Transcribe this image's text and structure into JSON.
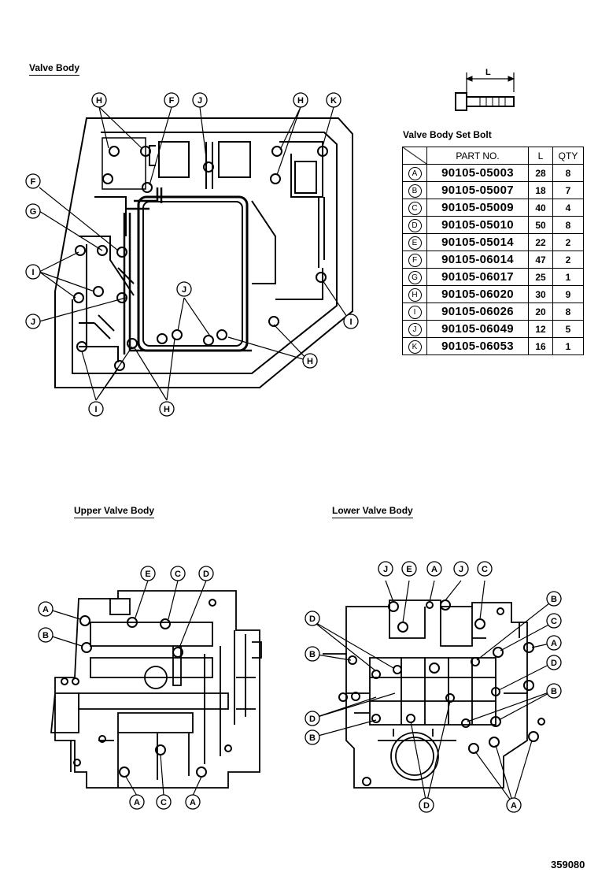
{
  "titles": {
    "main": "Valve Body",
    "upper": "Upper Valve Body",
    "lower": "Lower Valve Body",
    "table": "Valve Body Set Bolt"
  },
  "dimension_label": "L",
  "figure_number": "359080",
  "table": {
    "headers": {
      "part": "PART NO.",
      "length": "L",
      "qty": "QTY"
    },
    "rows": [
      {
        "code": "A",
        "part": "90105-05003",
        "length": "28",
        "qty": "8"
      },
      {
        "code": "B",
        "part": "90105-05007",
        "length": "18",
        "qty": "7"
      },
      {
        "code": "C",
        "part": "90105-05009",
        "length": "40",
        "qty": "4"
      },
      {
        "code": "D",
        "part": "90105-05010",
        "length": "50",
        "qty": "8"
      },
      {
        "code": "E",
        "part": "90105-05014",
        "length": "22",
        "qty": "2"
      },
      {
        "code": "F",
        "part": "90105-06014",
        "length": "47",
        "qty": "2"
      },
      {
        "code": "G",
        "part": "90105-06017",
        "length": "25",
        "qty": "1"
      },
      {
        "code": "H",
        "part": "90105-06020",
        "length": "30",
        "qty": "9"
      },
      {
        "code": "I",
        "part": "90105-06026",
        "length": "20",
        "qty": "8"
      },
      {
        "code": "J",
        "part": "90105-06049",
        "length": "12",
        "qty": "5"
      },
      {
        "code": "K",
        "part": "90105-06053",
        "length": "16",
        "qty": "1"
      }
    ]
  },
  "callouts": {
    "main": [
      "H",
      "F",
      "J",
      "H",
      "K",
      "F",
      "G",
      "I",
      "J",
      "J",
      "I",
      "H",
      "I",
      "H"
    ],
    "upper": [
      "E",
      "C",
      "D",
      "A",
      "B",
      "A",
      "C",
      "A"
    ],
    "lower": [
      "J",
      "E",
      "A",
      "J",
      "C",
      "D",
      "B",
      "B",
      "C",
      "A",
      "D",
      "B",
      "D",
      "B",
      "D",
      "A"
    ]
  }
}
